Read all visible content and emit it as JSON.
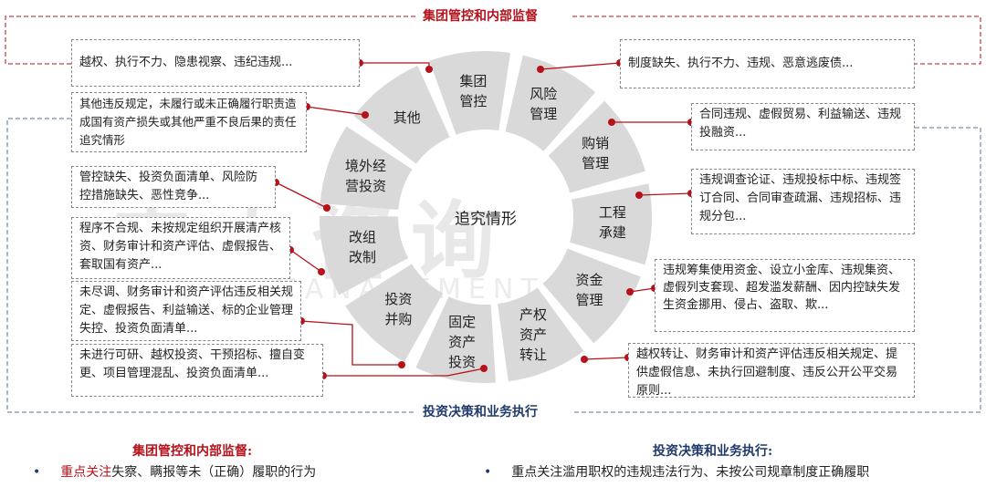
{
  "top_title": "集团管控和内部监督",
  "bottom_title": "投资决策和业务执行",
  "center_label": "追究情形",
  "watermark": "中大咨询",
  "watermark_sub": "MANAGEMENT PRO",
  "segments": [
    {
      "id": "jituan",
      "label": "集团\n管控"
    },
    {
      "id": "fengxian",
      "label": "风险\n管理"
    },
    {
      "id": "gouxiao",
      "label": "购销\n管理"
    },
    {
      "id": "gongcheng",
      "label": "工程\n承建"
    },
    {
      "id": "zijin",
      "label": "资金\n管理"
    },
    {
      "id": "chanquan",
      "label": "产权\n资产\n转让"
    },
    {
      "id": "guding",
      "label": "固定\n资产\n投资"
    },
    {
      "id": "touzi",
      "label": "投资\n并购"
    },
    {
      "id": "gaizu",
      "label": "改组\n改制"
    },
    {
      "id": "jingwai",
      "label": "境外经\n营投资"
    },
    {
      "id": "qita",
      "label": "其他"
    }
  ],
  "boxes": [
    {
      "id": "box-jituan",
      "text": "越权、执行不力、隐患视察、违纪违规..."
    },
    {
      "id": "box-qita",
      "text": "其他违反规定，未履行或未正确履行职责造成国有资产损失或其他严重不良后果的责任追究情形"
    },
    {
      "id": "box-jingwai",
      "text": "管控缺失、投资负面清单、风险防控措施缺失、恶性竞争..."
    },
    {
      "id": "box-gaizu",
      "text": "程序不合规、未按规定组织开展清产核资、财务审计和资产评估、虚假报告、套取国有资产..."
    },
    {
      "id": "box-touzi",
      "text": "未尽调、财务审计和资产评估违反相关规定、虚假报告、利益输送、标的企业管理失控、投资负面清单..."
    },
    {
      "id": "box-guding",
      "text": "未进行可研、越权投资、干预招标、擅自变更、项目管理混乱、投资负面清单..."
    },
    {
      "id": "box-fengxian",
      "text": "制度缺失、执行不力、违规、恶意逃废债..."
    },
    {
      "id": "box-gouxiao",
      "text": "合同违规、虚假贸易、利益输送、违规投融资..."
    },
    {
      "id": "box-gongcheng",
      "text": "违规调查论证、违规投标中标、违规签订合同、合同审查疏漏、违规招标、违规分包..."
    },
    {
      "id": "box-zijin",
      "text": "违规筹集使用资金、设立小金库、违规集资、虚假列支套现、超发滥发薪酬、因内控缺失发生资金挪用、侵占、盗取、欺..."
    },
    {
      "id": "box-chanquan",
      "text": "越权转让、财务审计和资产评估违反相关规定、提供虚假信息、未执行回避制度、违反公开公平交易原则..."
    }
  ],
  "bottom_left": {
    "heading": "集团管控和内部监督:",
    "bullet": "•",
    "highlight": "重点关注",
    "text": "失察、瞒报等未（正确）履职的行为"
  },
  "bottom_right": {
    "heading": "投资决策和业务执行:",
    "bullet": "•",
    "text": "重点关注滥用职权的违规违法行为、未按公司规章制度正确履职"
  }
}
